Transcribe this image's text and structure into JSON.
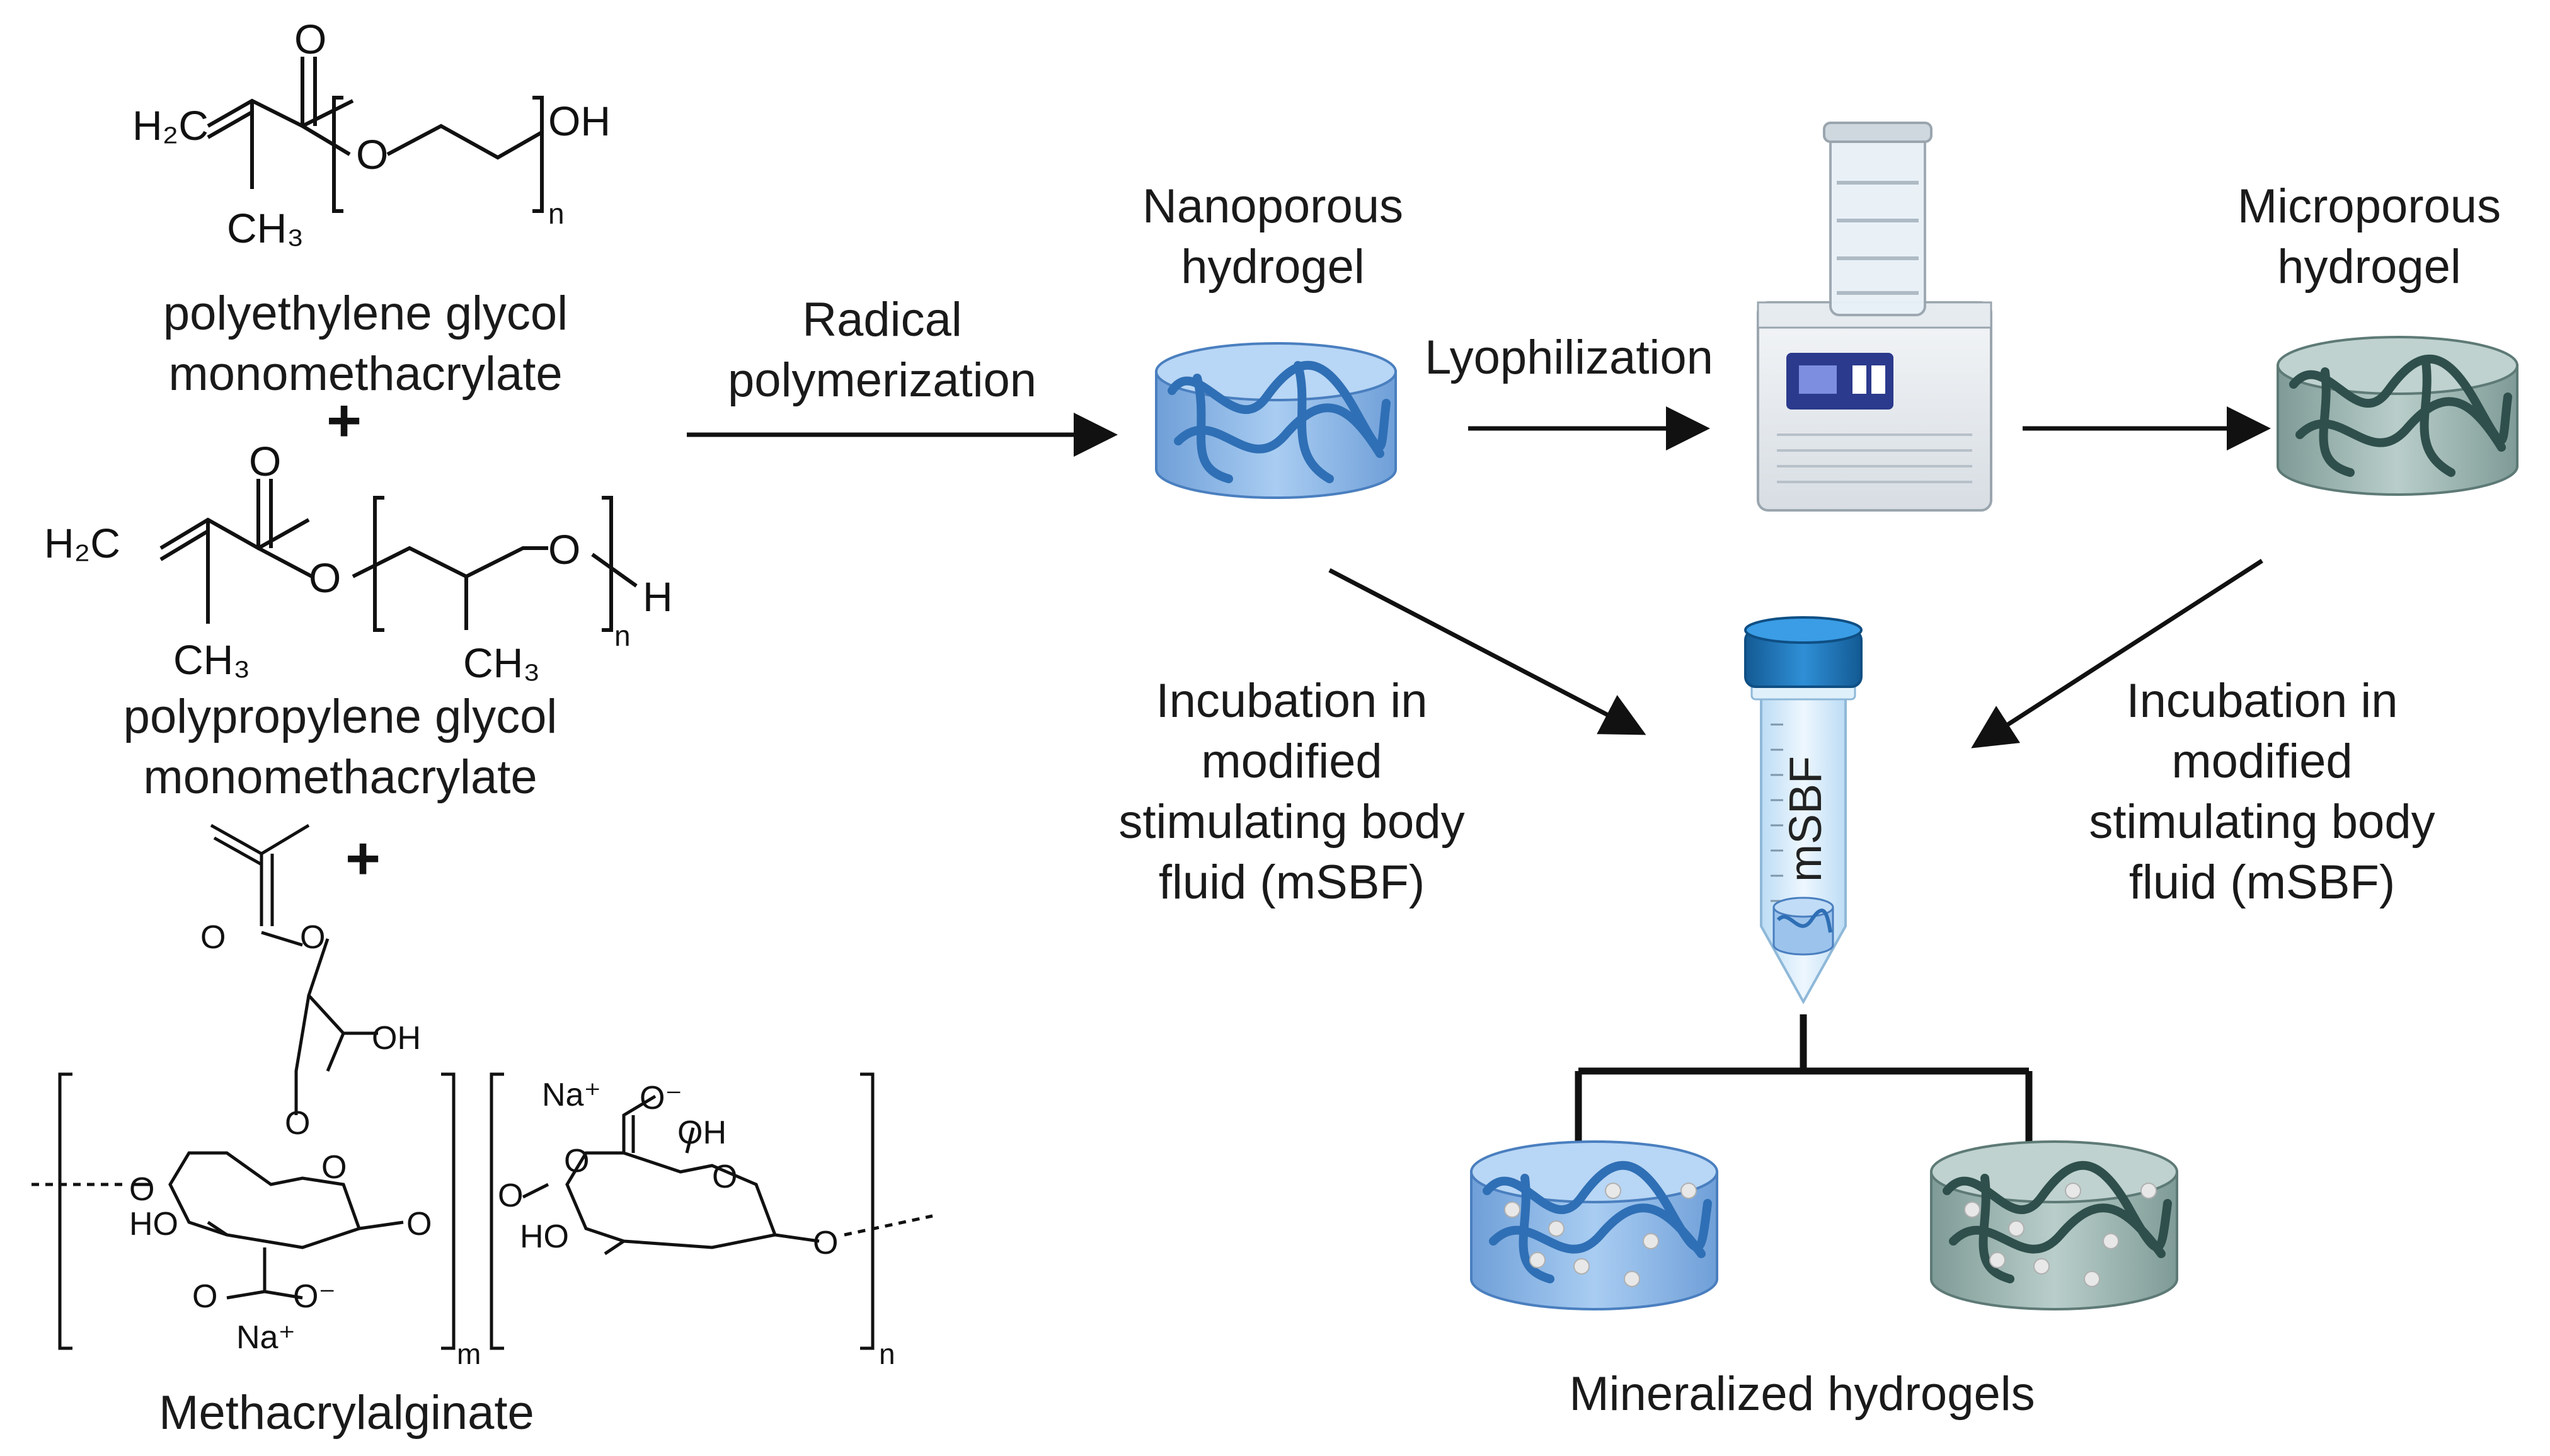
{
  "molecules": {
    "peg": {
      "name_line1": "polyethylene glycol",
      "name_line2": "monomethacrylate",
      "atoms": {
        "h2c": "H₂C",
        "o_carbonyl": "O",
        "o_ester": "O",
        "oh": "OH",
        "ch3": "CH₃",
        "n": "n"
      }
    },
    "ppg": {
      "name_line1": "polypropylene glycol",
      "name_line2": "monomethacrylate",
      "atoms": {
        "h2c": "H₂C",
        "o_carbonyl": "O",
        "o_ester": "O",
        "o_chain": "O",
        "h": "H",
        "ch3_a": "CH₃",
        "ch3_b": "CH₃",
        "n": "n"
      }
    },
    "alginate": {
      "name": "Methacrylalginate",
      "atoms": {
        "o_carbonyl": "O",
        "o_ester": "O",
        "oh": "OH",
        "o_link": "O",
        "o_ring1": "O",
        "o_left": "O",
        "ho1": "HO",
        "o_glyc": "O",
        "coo1": "O",
        "coo1_minus": "O⁻",
        "na1": "Na⁺",
        "na2": "Na⁺",
        "coo2": "O",
        "coo2_minus": "O⁻",
        "oh2": "OH",
        "o_ring2": "O",
        "ho2": "HO",
        "o_glyc2": "O",
        "o_right": "O",
        "m": "m",
        "n": "n"
      }
    }
  },
  "plus_signs": [
    "+",
    "+"
  ],
  "steps": {
    "radical": {
      "line1": "Radical",
      "line2": "polymerization"
    },
    "nanoporous": {
      "line1": "Nanoporous",
      "line2": "hydrogel"
    },
    "lyophilization": "Lyophilization",
    "microporous": {
      "line1": "Microporous",
      "line2": "hydrogel"
    },
    "incubation_left": {
      "line1": "Incubation in",
      "line2": "modified",
      "line3": "stimulating body",
      "line4": "fluid (mSBF)"
    },
    "incubation_right": {
      "line1": "Incubation in",
      "line2": "modified",
      "line3": "stimulating body",
      "line4": "fluid (mSBF)"
    },
    "tube_label": "mSBF",
    "mineralized": "Mineralized hydrogels"
  },
  "colors": {
    "nano_fill": "#8fb8e6",
    "nano_fiber": "#2f6fb5",
    "micro_fill": "#9fb8b4",
    "micro_fiber": "#2f4f4c",
    "cap_blue": "#1d73b8",
    "arrow": "#111111"
  }
}
